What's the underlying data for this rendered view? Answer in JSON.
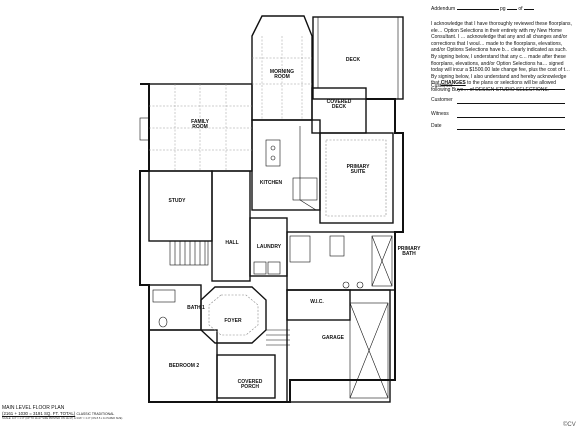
{
  "rooms": {
    "morning_room": "MORNING\nROOM",
    "deck": "DECK",
    "family_room": "FAMILY\nROOM",
    "covered_deck": "COVERED\nDECK",
    "primary_suite": "PRIMARY\nSUITE",
    "kitchen": "KITCHEN",
    "study": "STUDY",
    "hall": "HALL",
    "laundry": "LAUNDRY",
    "primary_bath": "PRIMARY\nBATH",
    "wic": "W.I.C.",
    "foyer": "FOYER",
    "bath1": "BATH 1",
    "garage": "GARAGE",
    "bedroom2": "BEDROOM 2",
    "covered_porch": "COVERED\nPORCH"
  },
  "addendum": {
    "title_label": "Addendum",
    "pg_label": "pg",
    "of_label": "of",
    "paragraph": "I acknowledge that I have thoroughly reviewed these floorplans, ele… Option Selections in their entirety with my New Home Consultant. I … acknowledge that any and all changes and/or corrections that I woul… made to the floorplans, elevations, and/or Options Selections have b… clearly indicated as such. By signing below, I understand that any c… made after these floorplans, elevations, and/or Option Selections ha… signed today will incur a $1500.00 late change fee, plus the cost of t… By signing below, I also understand and hereby acknowledge that",
    "paragraph_bold": "CHANGES",
    "paragraph_end": "to the plans or selections will be allowed following Buye… of DESIGN STUDIO SELECTIONS.",
    "customer1_label": "Customer",
    "customer2_label": "Customer",
    "witness_label": "Witness",
    "date_label": "Date"
  },
  "caption": {
    "title": "MAIN LEVEL FLOOR PLAN",
    "sqft": "(2161 + 1030 = 3191 SQ. FT. TOTAL)",
    "style": "CLASSIC TRADITIONAL",
    "scale": "SCALE: 1/4\" = 1'-0\" (UP TO 11x17 SIZE PRINTED ON 11x17) & 3/16\" = 1'-0\" (ON 8.5 x 11 PAPER SIZE)"
  },
  "edge_text": "©CV",
  "colors": {
    "line": "#111111",
    "grid": "#9a9a9a",
    "text": "#111111"
  }
}
